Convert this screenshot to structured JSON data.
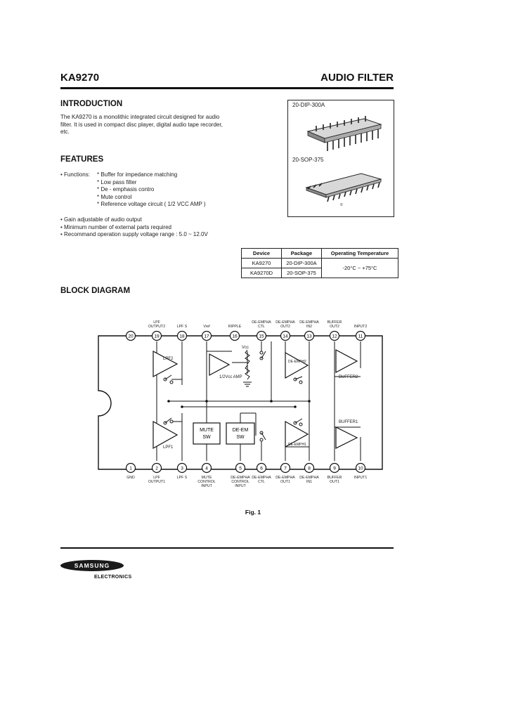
{
  "header": {
    "part": "KA9270",
    "title": "AUDIO FILTER"
  },
  "intro": {
    "heading": "INTRODUCTION",
    "lines": [
      "The KA9270 is a monolithic integrated circuit designed for audio",
      "filter. It is used in compact disc player, digital audio tape recorder,",
      "etc."
    ]
  },
  "features": {
    "heading": "FEATURES",
    "functions_label": "• Functions:",
    "functions": [
      "* Buffer for impedance matching",
      "* Low pass filter",
      "* De - emphasis contro",
      "* Mute control",
      "* Reference voltage circuit ( 1/2 VCC AMP )"
    ],
    "bullets": [
      "• Gain adjustable of audio output",
      "• Minimum number of external parts required",
      "• Recommand operation supply voltage range : 5.0 ~ 12.0V"
    ]
  },
  "packages": {
    "top_label": "20-DIP-300A",
    "bottom_label": "20-SOP-375"
  },
  "ordering_table": {
    "headers": [
      "Device",
      "Package",
      "Operating Temperature"
    ],
    "rows": [
      [
        "KA9270",
        "20-DIP-300A"
      ],
      [
        "KA9270D",
        "20-SOP-375"
      ]
    ],
    "temperature": "-20°C ~ +75°C"
  },
  "block_diagram": {
    "heading": "BLOCK DIAGRAM",
    "top_pins": [
      {
        "num": "20",
        "label": ""
      },
      {
        "num": "19",
        "label": "LPF OUTPUT2"
      },
      {
        "num": "18",
        "label": "LPF S"
      },
      {
        "num": "17",
        "label": "Vref"
      },
      {
        "num": "16",
        "label": "RIPPLE"
      },
      {
        "num": "15",
        "label": "DE-EMPHA CTL"
      },
      {
        "num": "14",
        "label": "DE-EMPHA OUT2"
      },
      {
        "num": "13",
        "label": "DE-EMPHA IN2"
      },
      {
        "num": "12",
        "label": "BUFFER OUT2"
      },
      {
        "num": "11",
        "label": "INPUT2"
      }
    ],
    "bottom_pins": [
      {
        "num": "1",
        "label": "GND"
      },
      {
        "num": "2",
        "label": "LPF OUTPUT1"
      },
      {
        "num": "3",
        "label": "LPF S"
      },
      {
        "num": "4",
        "label": "MUTE CONTROL INPUT"
      },
      {
        "num": "5",
        "label": "DE-EMPHA CONTROL INPUT"
      },
      {
        "num": "6",
        "label": "DE-EMPHA CTL"
      },
      {
        "num": "7",
        "label": "DE-EMPHA OUT1"
      },
      {
        "num": "8",
        "label": "DE-EMPHA IN1"
      },
      {
        "num": "9",
        "label": "BUFFER OUT1"
      },
      {
        "num": "10",
        "label": "INPUT1"
      }
    ],
    "blocks": {
      "lpf2": "LPF2",
      "lpf1": "LPF1",
      "half_vcc": "1/2Vcc AMP",
      "vcc": "Vcc",
      "deemph2": "DE-EMPH2",
      "deemph1": "DE-EMPH1",
      "buffer2": "BUFFER2",
      "buffer1": "BUFFER1",
      "mute_sw": [
        "MUTE",
        "SW"
      ],
      "deem_sw": [
        "DE-EM",
        "SW"
      ]
    },
    "caption": "Fig. 1"
  },
  "footer": {
    "brand": "SAMSUNG",
    "subbrand": "ELECTRONICS"
  }
}
